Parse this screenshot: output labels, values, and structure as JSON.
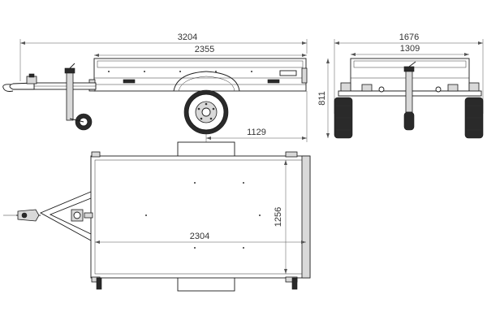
{
  "diagram": {
    "side_view": {
      "overall_length": "3204",
      "box_length": "2355",
      "rear_overhang": "1129",
      "box_height": "811"
    },
    "rear_view": {
      "overall_width": "1676",
      "box_width": "1309"
    },
    "top_view": {
      "box_inner_length": "2304",
      "box_inner_width": "1256"
    },
    "colors": {
      "line": "#1a1a1a",
      "dimension": "#555555",
      "tire": "#2a2a2a"
    }
  }
}
